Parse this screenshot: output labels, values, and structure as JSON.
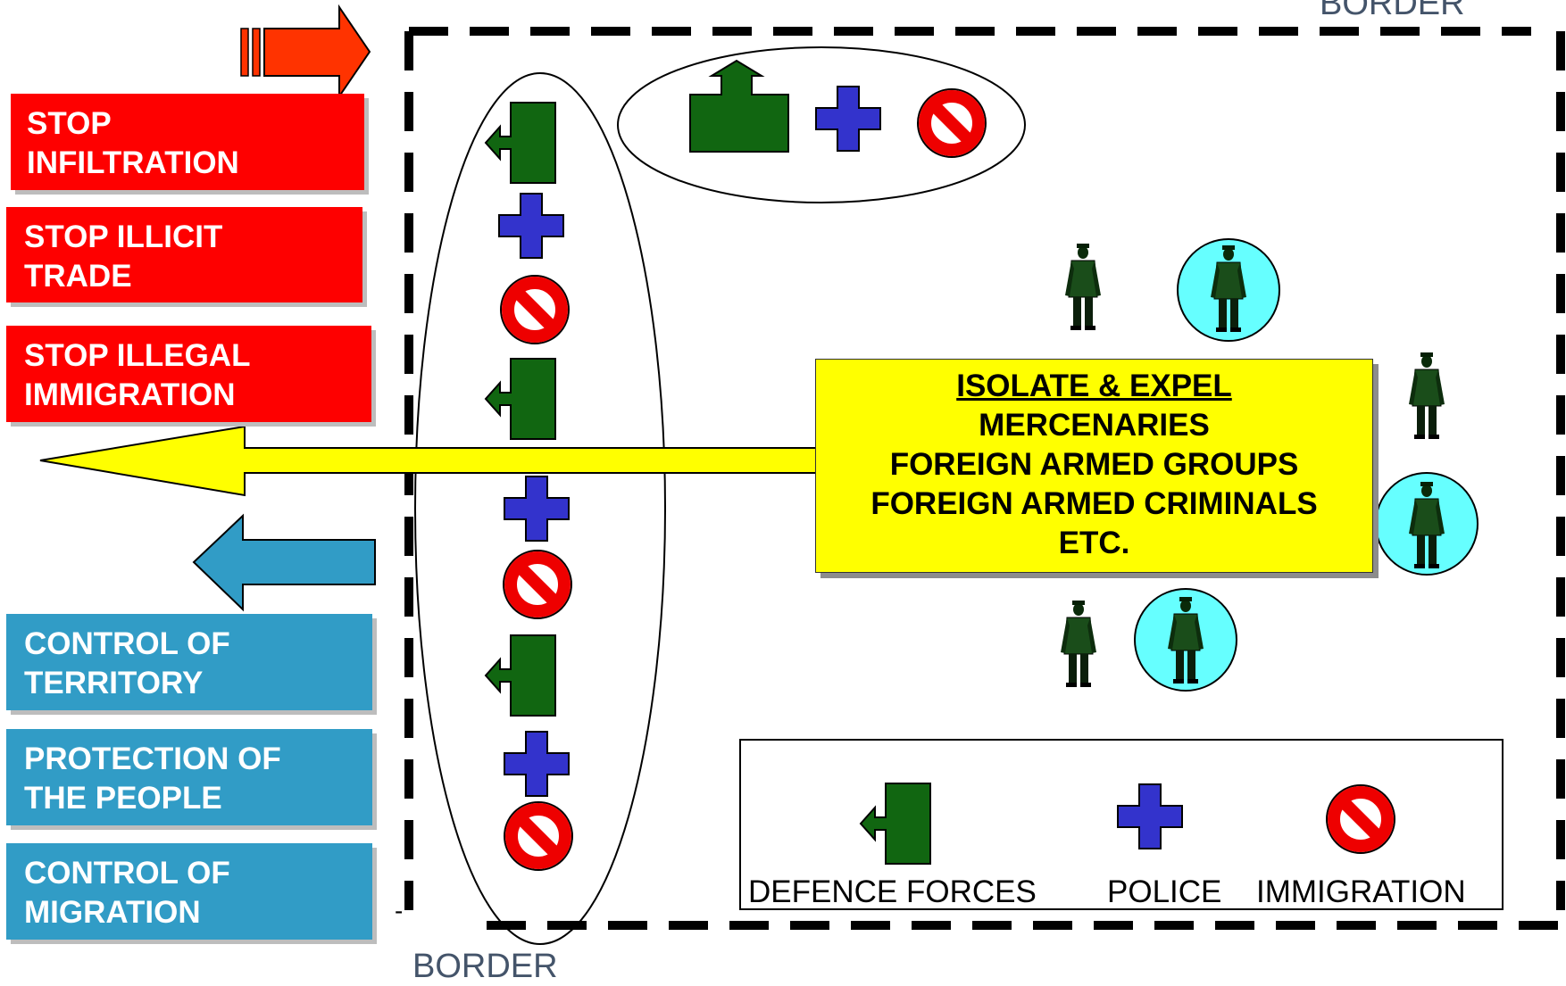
{
  "left_boxes": {
    "stop_infiltration": "STOP\nINFILTRATION",
    "stop_illicit_trade": "STOP ILLICIT\nTRADE",
    "stop_illegal_immigration": "STOP ILLEGAL\nIMMIGRATION",
    "control_of_territory": "CONTROL OF\nTERRITORY",
    "protection_of_people": "PROTECTION OF\nTHE PEOPLE",
    "control_of_migration": "CONTROL OF\nMIGRATION"
  },
  "center": {
    "heading": "ISOLATE & EXPEL",
    "lines": [
      "MERCENARIES",
      "FOREIGN ARMED GROUPS",
      "FOREIGN ARMED CRIMINALS",
      "ETC."
    ]
  },
  "legend": {
    "defence_forces": "DEFENCE FORCES",
    "police": "POLICE",
    "immigration": "IMMIGRATION"
  },
  "border_top": "BORDER",
  "border_bottom": "BORDER",
  "stray_mark": "-",
  "colors": {
    "red_box": "#fe0000",
    "blue_box": "#319cc6",
    "defence_green": "#116611",
    "police_blue": "#3333cc",
    "immigration_red": "#ee0000",
    "yellow": "#ffff00",
    "soldier_circle": "#66ffff"
  },
  "icons": [
    "defence-forces-icon",
    "police-cross-icon",
    "no-entry-icon",
    "soldier-icon"
  ]
}
